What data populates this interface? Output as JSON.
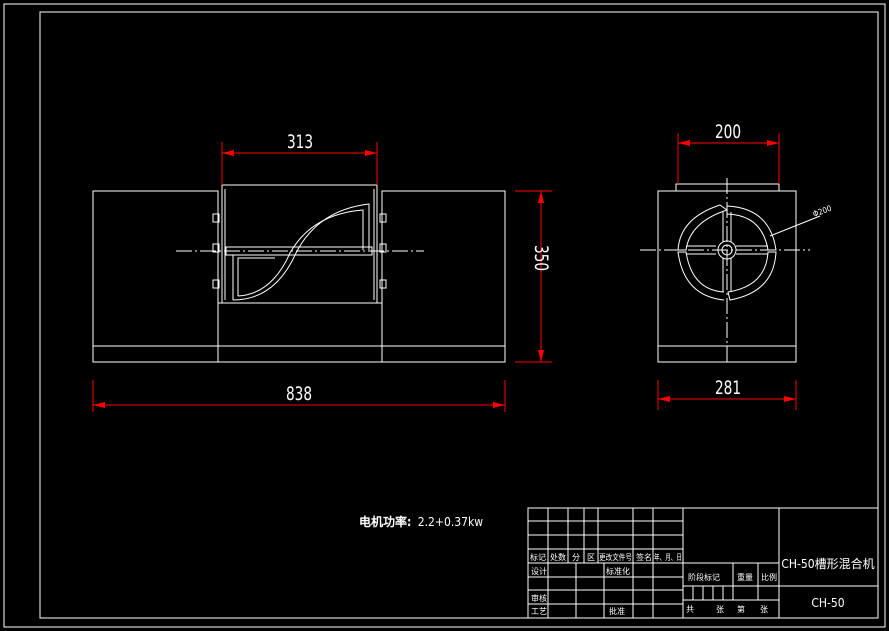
{
  "colors": {
    "background": "#000000",
    "line": "#ffffff",
    "dimension": "#ff0000"
  },
  "dimensions": {
    "front_width": "313",
    "total_length": "838",
    "height": "350",
    "side_top": "200",
    "side_bottom": "281",
    "diameter": "Φ200"
  },
  "motor_power": {
    "label": "电机功率:",
    "value": "2.2+0.37kw"
  },
  "title_block": {
    "header_cells": [
      "标记",
      "处数",
      "分",
      "区",
      "更改文件号",
      "签名",
      "年、月、日"
    ],
    "rows": [
      "设计",
      "审核",
      "工艺"
    ],
    "standardization": "标准化",
    "approval": "批准",
    "stage_headers": [
      "阶段标记",
      "重量",
      "比例"
    ],
    "sheet_labels": [
      "共",
      "张",
      "第",
      "张"
    ],
    "drawing_name": "CH-50槽形混合机",
    "drawing_code": "CH-50"
  }
}
